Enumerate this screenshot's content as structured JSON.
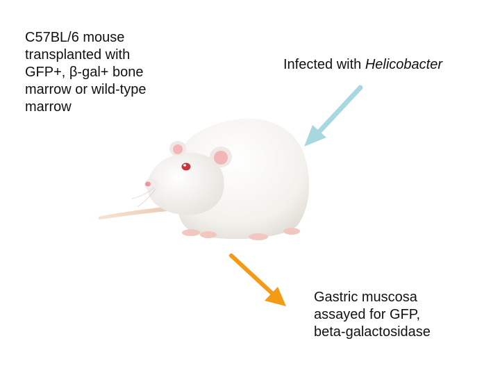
{
  "labels": {
    "top_left_lines": [
      "C57BL/6 mouse",
      "transplanted with",
      "GFP+, β-gal+ bone",
      "marrow or wild-type",
      "marrow"
    ],
    "top_right_prefix": "Infected with ",
    "top_right_italic": "Helicobacter",
    "bottom_lines": [
      "Gastric muscosa",
      "assayed for GFP,",
      "beta-galactosidase"
    ]
  },
  "colors": {
    "infection_arrow": "#a8d8df",
    "assay_arrow": "#f39a16",
    "rat_fur": "#f6f4f0",
    "rat_pink": "#f2b6b8"
  },
  "icons": {
    "animal": "white-rat-illustration",
    "infection_arrow": "arrow-down-left-icon",
    "assay_arrow": "arrow-down-right-icon"
  }
}
